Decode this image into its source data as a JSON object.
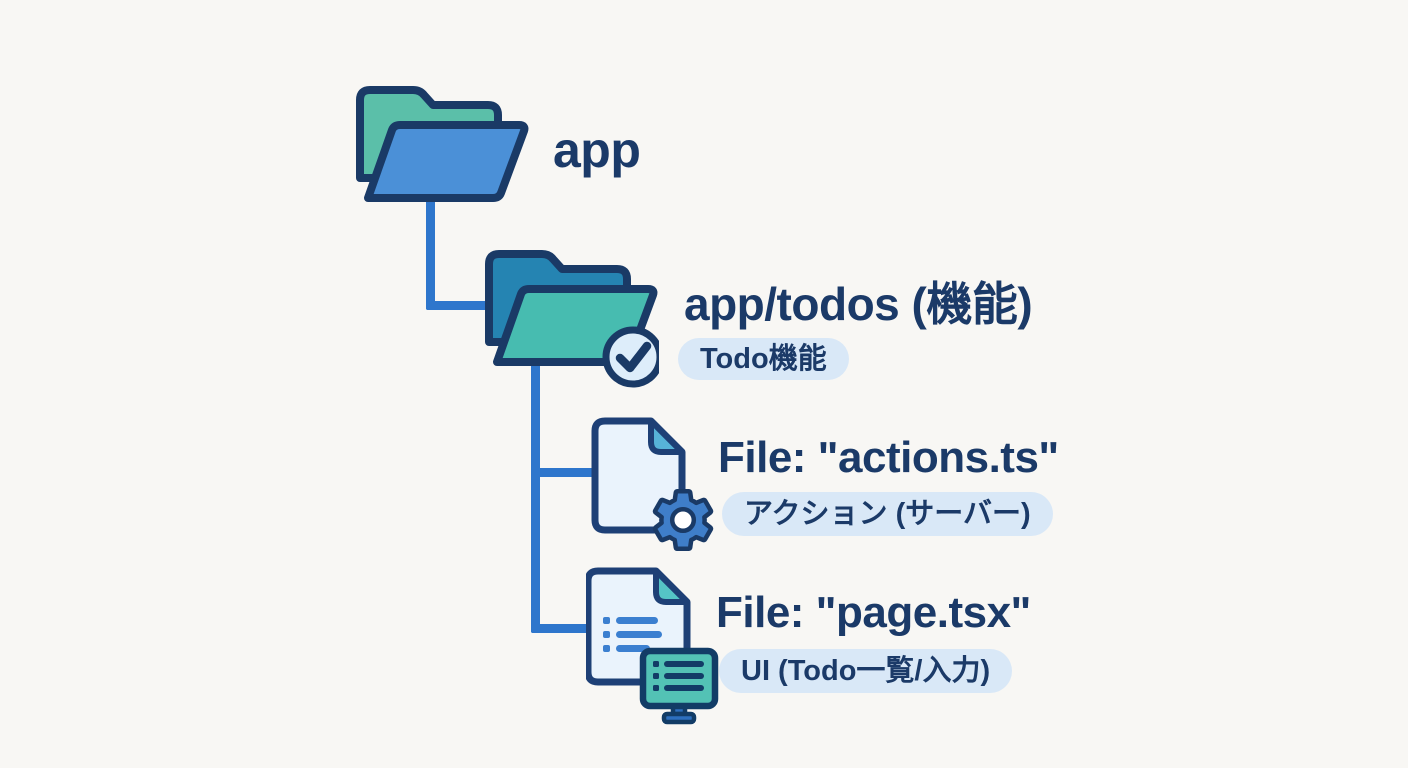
{
  "palette": {
    "bg": "#f8f7f4",
    "navy": "#1b3a68",
    "outline": "#1a3a66",
    "outlineFile": "#1e4076",
    "lineBlue": "#2e76cc",
    "folderBlue": "#4b90d7",
    "folderTealLight": "#5bbfa9",
    "folderBackBlue": "#2584b2",
    "folderTealFront": "#47bcb0",
    "docFill": "#eaf3fc",
    "foldBlue": "#57b3d8",
    "foldTeal": "#55c4c6",
    "gearBlue": "#3f7ec9",
    "listBlue": "#3b7fd0",
    "monitorTeal": "#53c2b5",
    "standBlue": "#2d6fbe",
    "monitorOutline": "#123c66",
    "pillBg": "#d9e8f7",
    "badgeFill": "#ddedfa"
  },
  "diagram": {
    "type": "file-tree",
    "nodes": {
      "app": {
        "label": "app",
        "icon": "open-folder-icon",
        "depth": 0
      },
      "todos": {
        "label": "app/todos (機能)",
        "tag": "Todo機能",
        "icon": "open-folder-check-icon",
        "depth": 1,
        "parent": "app"
      },
      "actions": {
        "label": "File: \"actions.ts\"",
        "tag": "アクション (サーバー)",
        "icon": "file-gear-icon",
        "depth": 2,
        "parent": "todos"
      },
      "page": {
        "label": "File: \"page.tsx\"",
        "tag": "UI (Todo一覧/入力)",
        "icon": "file-list-monitor-icon",
        "depth": 2,
        "parent": "todos"
      }
    }
  }
}
